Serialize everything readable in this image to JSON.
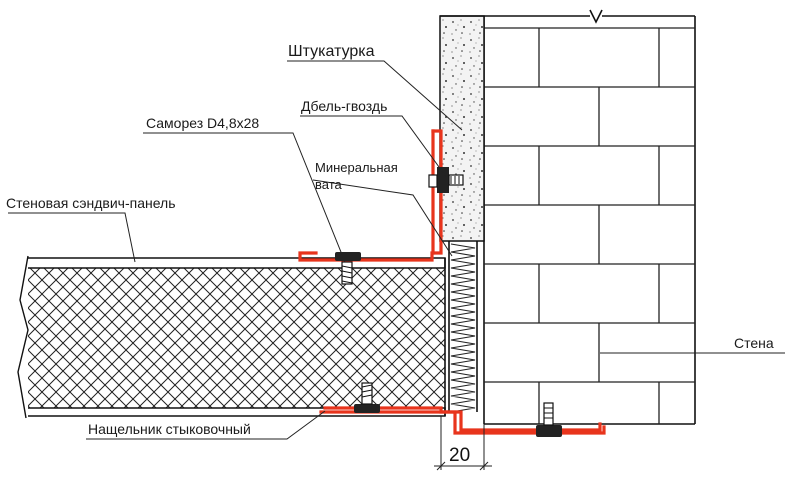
{
  "labels": {
    "plaster": "Штукатурка",
    "dowel_nail": "Дбель-гвоздь",
    "self_tapping_screw": "Саморез D4,8x28",
    "mineral_wool_line1": "Минеральная",
    "mineral_wool_line2": "вата",
    "sandwich_panel": "Стеновая сэндвич-панель",
    "wall": "Стена",
    "joint_cover": "Нащельник стыковочный"
  },
  "dimension": {
    "gap": "20"
  },
  "colors": {
    "flashing": "#e8341c",
    "line": "#111111",
    "plaster_fill": "#f2f2f2"
  }
}
